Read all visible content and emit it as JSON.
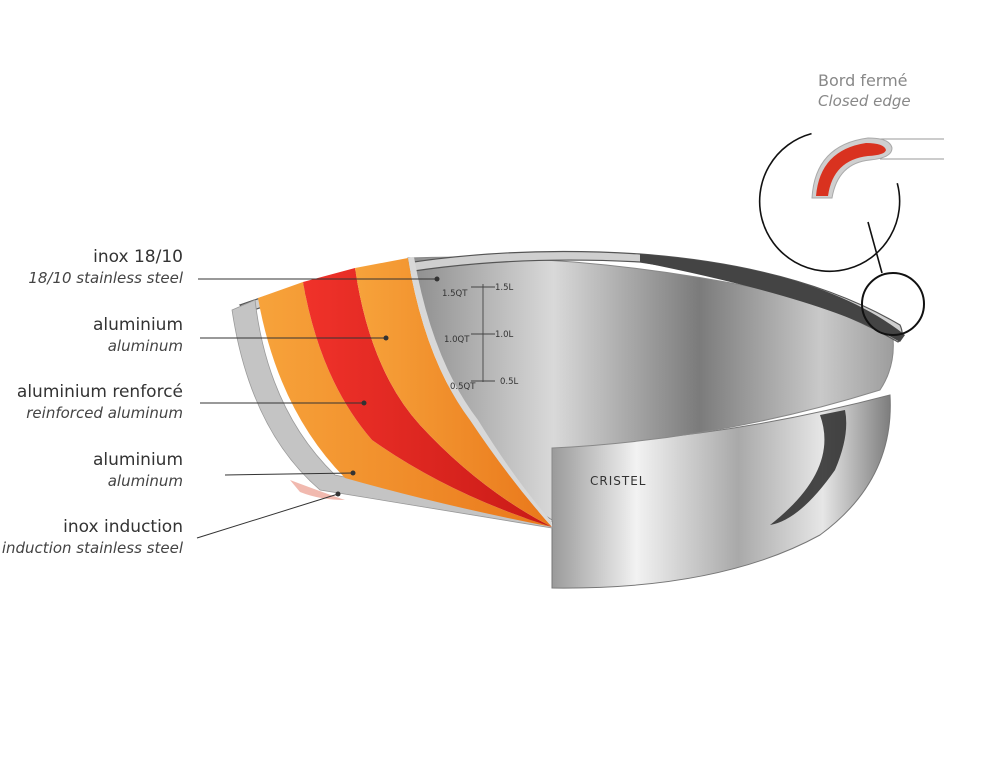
{
  "layers": [
    {
      "fr": "inox 18/10",
      "en": "18/10 stainless steel"
    },
    {
      "fr": "aluminium",
      "en": "aluminum"
    },
    {
      "fr": "aluminium renforcé",
      "en": "reinforced aluminum"
    },
    {
      "fr": "aluminium",
      "en": "aluminum"
    },
    {
      "fr": "inox induction",
      "en": "induction stainless steel"
    }
  ],
  "edge": {
    "fr": "Bord fermé",
    "en": "Closed edge"
  },
  "gauge": {
    "qt": [
      "1.5QT",
      "1.0QT",
      "0.5QT"
    ],
    "l": [
      "1.5L",
      "1.0L",
      "0.5L"
    ]
  },
  "brand": "CRISTEL",
  "colors": {
    "orange": "#f08a1c",
    "red": "#e0251e",
    "steel": "#b8b8b8"
  }
}
